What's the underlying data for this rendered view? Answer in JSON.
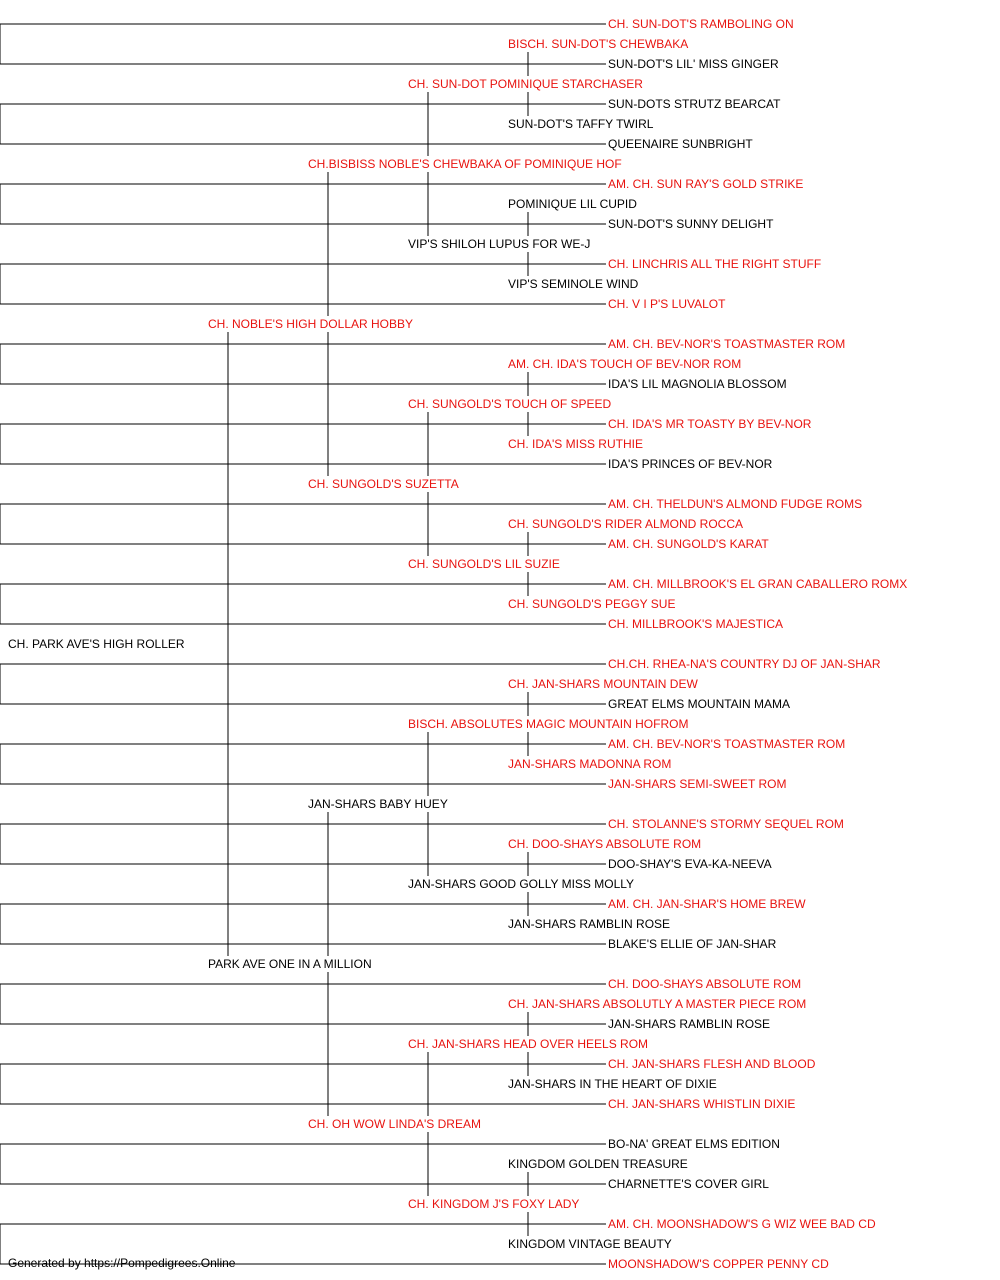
{
  "colors": {
    "champion": "#e8130f",
    "regular": "#000000",
    "line": "#000000"
  },
  "pedigree": {
    "name": "CH. PARK AVE'S HIGH ROLLER",
    "ch": false,
    "sire": {
      "name": "CH. NOBLE'S HIGH DOLLAR HOBBY",
      "ch": true,
      "sire": {
        "name": "CH.BISBISS NOBLE'S CHEWBAKA OF POMINIQUE HOF",
        "ch": true,
        "sire": {
          "name": "CH. SUN-DOT POMINIQUE STARCHASER",
          "ch": true,
          "sire": {
            "name": "BISCH. SUN-DOT'S CHEWBAKA",
            "ch": true,
            "sire": {
              "name": "CH. SUN-DOT'S RAMBOLING ON",
              "ch": true
            },
            "dam": {
              "name": "SUN-DOT'S LIL' MISS GINGER",
              "ch": false
            }
          },
          "dam": {
            "name": "SUN-DOT'S TAFFY TWIRL",
            "ch": false,
            "sire": {
              "name": "SUN-DOTS STRUTZ BEARCAT",
              "ch": false
            },
            "dam": {
              "name": "QUEENAIRE SUNBRIGHT",
              "ch": false
            }
          }
        },
        "dam": {
          "name": "VIP'S SHILOH LUPUS FOR WE-J",
          "ch": false,
          "sire": {
            "name": "POMINIQUE LIL CUPID",
            "ch": false,
            "sire": {
              "name": "AM. CH. SUN RAY'S GOLD STRIKE",
              "ch": true
            },
            "dam": {
              "name": "SUN-DOT'S SUNNY DELIGHT",
              "ch": false
            }
          },
          "dam": {
            "name": "VIP'S SEMINOLE WIND",
            "ch": false,
            "sire": {
              "name": "CH. LINCHRIS ALL THE RIGHT STUFF",
              "ch": true
            },
            "dam": {
              "name": "CH. V I P'S LUVALOT",
              "ch": true
            }
          }
        }
      },
      "dam": {
        "name": "CH. SUNGOLD'S SUZETTA",
        "ch": true,
        "sire": {
          "name": "CH. SUNGOLD'S TOUCH OF SPEED",
          "ch": true,
          "sire": {
            "name": "AM. CH. IDA'S TOUCH OF BEV-NOR ROM",
            "ch": true,
            "sire": {
              "name": "AM. CH. BEV-NOR'S TOASTMASTER ROM",
              "ch": true
            },
            "dam": {
              "name": "IDA'S LIL MAGNOLIA BLOSSOM",
              "ch": false
            }
          },
          "dam": {
            "name": "CH. IDA'S MISS RUTHIE",
            "ch": true,
            "sire": {
              "name": "CH. IDA'S MR TOASTY BY BEV-NOR",
              "ch": true
            },
            "dam": {
              "name": "IDA'S PRINCES OF BEV-NOR",
              "ch": false
            }
          }
        },
        "dam": {
          "name": "CH. SUNGOLD'S LIL SUZIE",
          "ch": true,
          "sire": {
            "name": "CH. SUNGOLD'S RIDER ALMOND ROCCA",
            "ch": true,
            "sire": {
              "name": "AM. CH. THELDUN'S ALMOND FUDGE ROMS",
              "ch": true
            },
            "dam": {
              "name": "AM. CH. SUNGOLD'S KARAT",
              "ch": true
            }
          },
          "dam": {
            "name": "CH. SUNGOLD'S PEGGY SUE",
            "ch": true,
            "sire": {
              "name": "AM. CH. MILLBROOK'S EL GRAN CABALLERO ROMX",
              "ch": true
            },
            "dam": {
              "name": "CH. MILLBROOK'S MAJESTICA",
              "ch": true
            }
          }
        }
      }
    },
    "dam": {
      "name": "PARK AVE ONE IN A MILLION",
      "ch": false,
      "sire": {
        "name": "JAN-SHARS BABY HUEY",
        "ch": false,
        "sire": {
          "name": "BISCH. ABSOLUTES MAGIC MOUNTAIN HOFROM",
          "ch": true,
          "sire": {
            "name": "CH. JAN-SHARS MOUNTAIN DEW",
            "ch": true,
            "sire": {
              "name": "CH.CH. RHEA-NA'S COUNTRY DJ OF JAN-SHAR",
              "ch": true
            },
            "dam": {
              "name": "GREAT ELMS MOUNTAIN MAMA",
              "ch": false
            }
          },
          "dam": {
            "name": "JAN-SHARS MADONNA ROM",
            "ch": true,
            "sire": {
              "name": "AM. CH. BEV-NOR'S TOASTMASTER ROM",
              "ch": true
            },
            "dam": {
              "name": "JAN-SHARS SEMI-SWEET ROM",
              "ch": true
            }
          }
        },
        "dam": {
          "name": "JAN-SHARS GOOD GOLLY MISS MOLLY",
          "ch": false,
          "sire": {
            "name": "CH. DOO-SHAYS ABSOLUTE ROM",
            "ch": true,
            "sire": {
              "name": "CH. STOLANNE'S STORMY SEQUEL ROM",
              "ch": true
            },
            "dam": {
              "name": "DOO-SHAY'S EVA-KA-NEEVA",
              "ch": false
            }
          },
          "dam": {
            "name": "JAN-SHARS RAMBLIN ROSE",
            "ch": false,
            "sire": {
              "name": "AM. CH. JAN-SHAR'S HOME BREW",
              "ch": true
            },
            "dam": {
              "name": "BLAKE'S ELLIE OF JAN-SHAR",
              "ch": false
            }
          }
        }
      },
      "dam": {
        "name": "CH. OH WOW LINDA'S DREAM",
        "ch": true,
        "sire": {
          "name": "CH. JAN-SHARS HEAD OVER HEELS ROM",
          "ch": true,
          "sire": {
            "name": "CH. JAN-SHARS ABSOLUTLY A MASTER PIECE ROM",
            "ch": true,
            "sire": {
              "name": "CH. DOO-SHAYS ABSOLUTE ROM",
              "ch": true
            },
            "dam": {
              "name": "JAN-SHARS RAMBLIN ROSE",
              "ch": false
            }
          },
          "dam": {
            "name": "JAN-SHARS IN THE HEART OF DIXIE",
            "ch": false,
            "sire": {
              "name": "CH. JAN-SHARS FLESH AND BLOOD",
              "ch": true
            },
            "dam": {
              "name": "CH. JAN-SHARS WHISTLIN DIXIE",
              "ch": true
            }
          }
        },
        "dam": {
          "name": "CH. KINGDOM J'S FOXY LADY",
          "ch": true,
          "sire": {
            "name": "KINGDOM GOLDEN TREASURE",
            "ch": false,
            "sire": {
              "name": "BO-NA' GREAT ELMS EDITION",
              "ch": false
            },
            "dam": {
              "name": "CHARNETTE'S COVER GIRL",
              "ch": false
            }
          },
          "dam": {
            "name": "KINGDOM VINTAGE BEAUTY",
            "ch": false,
            "sire": {
              "name": "AM. CH. MOONSHADOW'S G WIZ WEE BAD CD",
              "ch": true
            },
            "dam": {
              "name": "MOONSHADOW'S COPPER PENNY CD",
              "ch": true
            }
          }
        }
      }
    }
  },
  "footer": {
    "text": "Generated by https://Pompedigrees.Online"
  }
}
